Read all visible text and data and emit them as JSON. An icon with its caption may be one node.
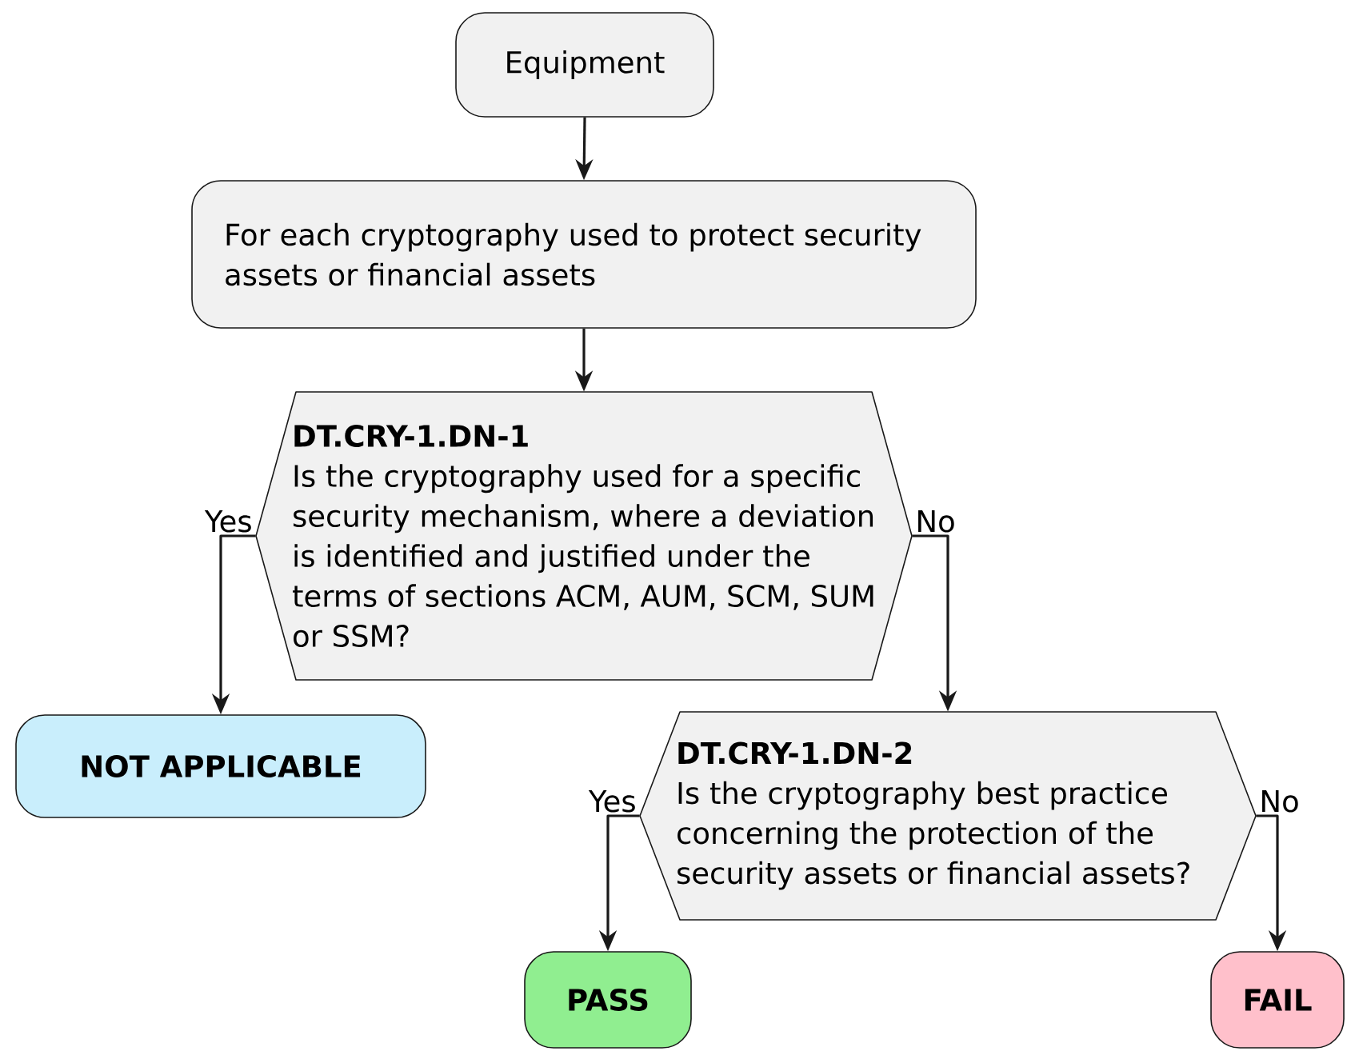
{
  "diagram": {
    "nodes": [
      {
        "text": [
          "Equipment"
        ]
      },
      {
        "text": [
          "For each cryptography used to protect security assets or financial assets"
        ]
      },
      {
        "text": [
          "DT.CRY-1.DN-1",
          "Is the cryptography used for a specific security mechanism, where a deviation is identified and justified under the terms of sections ACM, AUM, SCM, SUM or SSM?"
        ]
      },
      {
        "text": [
          "NOT APPLICABLE"
        ]
      },
      {
        "text": [
          "DT.CRY-1.DN-2",
          "Is the cryptography best practice concerning the protection of the security assets or financial assets?"
        ]
      },
      {
        "text": [
          "PASS"
        ]
      },
      {
        "text": [
          "FAIL"
        ]
      }
    ],
    "edges": [
      {
        "from": 0,
        "to": 1,
        "arrow": "to"
      },
      {
        "from": 1,
        "to": 2,
        "arrow": "to"
      },
      {
        "from": 2,
        "to": 3,
        "arrow": "to",
        "label": "Yes"
      },
      {
        "from": 2,
        "to": 4,
        "arrow": "to",
        "label": "No"
      },
      {
        "from": 4,
        "to": 5,
        "arrow": "to",
        "label": "Yes"
      },
      {
        "from": 4,
        "to": 6,
        "arrow": "to",
        "label": "No"
      }
    ]
  }
}
